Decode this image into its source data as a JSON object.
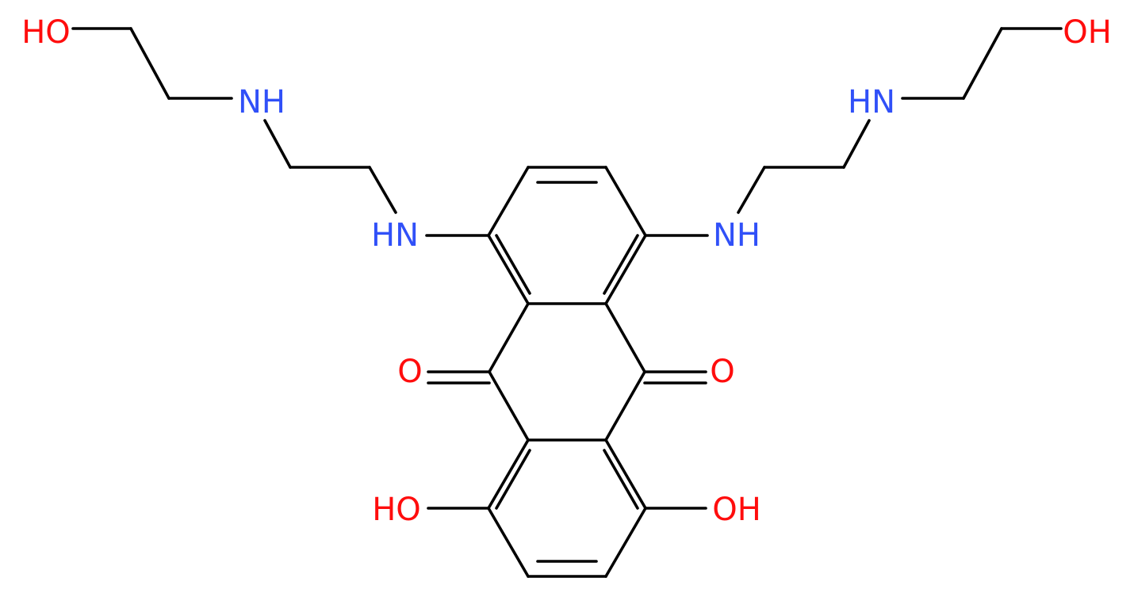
{
  "molecule": {
    "colors": {
      "bond": "#000000",
      "oxygen": "#ff0d0d",
      "nitrogen": "#3050f8",
      "background": "#ffffff"
    },
    "atom_labels": [
      {
        "id": "oh-top-left",
        "text": "HO",
        "element": "O"
      },
      {
        "id": "nh-top-left",
        "text": "NH",
        "element": "N"
      },
      {
        "id": "hn-left-ring",
        "text": "HN",
        "element": "N"
      },
      {
        "id": "nh-right-ring",
        "text": "NH",
        "element": "N"
      },
      {
        "id": "hn-top-right",
        "text": "HN",
        "element": "N"
      },
      {
        "id": "oh-top-right",
        "text": "OH",
        "element": "O"
      },
      {
        "id": "carbonyl-o-left",
        "text": "O",
        "element": "O"
      },
      {
        "id": "carbonyl-o-right",
        "text": "O",
        "element": "O"
      },
      {
        "id": "oh-bottom-left",
        "text": "HO",
        "element": "O"
      },
      {
        "id": "oh-bottom-right",
        "text": "OH",
        "element": "O"
      }
    ]
  }
}
